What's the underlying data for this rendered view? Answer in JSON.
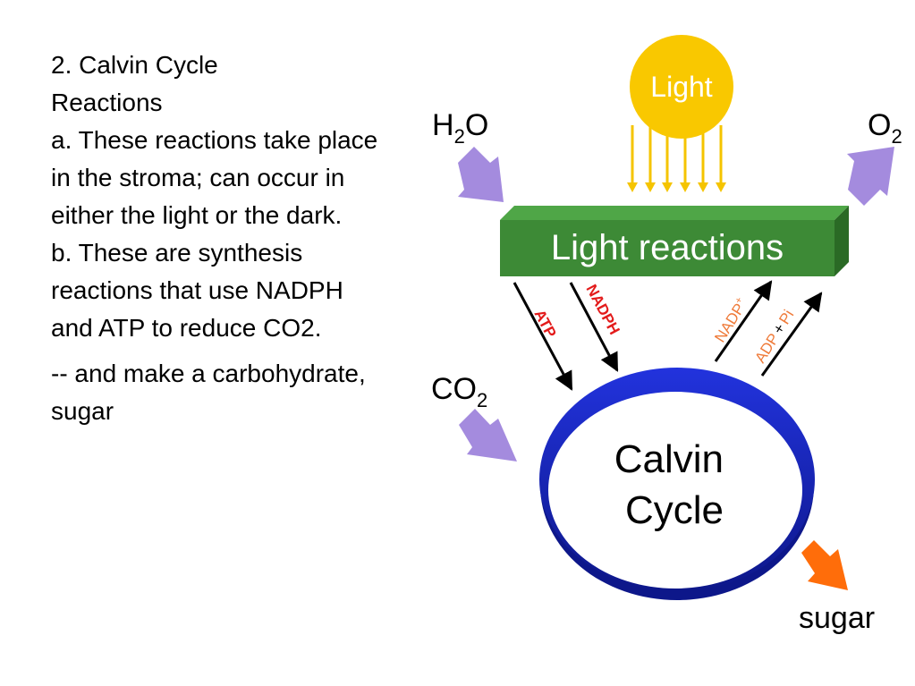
{
  "text": {
    "heading_line1": "2. Calvin Cycle",
    "heading_line2": "Reactions",
    "point_a": "a. These reactions take place in the stroma; can occur in either the light or the dark.",
    "point_b": "b. These are synthesis reactions that use NADPH and ATP to reduce CO2.",
    "note": "-- and make a carbohydrate, sugar"
  },
  "diagram": {
    "light_label": "Light",
    "light_reactions_label": "Light reactions",
    "calvin_line1": "Calvin",
    "calvin_line2": "Cycle",
    "h2o": {
      "base": "H",
      "sub": "2",
      "tail": "O"
    },
    "o2": {
      "base": "O",
      "sub": "2"
    },
    "co2": {
      "base": "CO",
      "sub": "2"
    },
    "atp_label": "ATP",
    "nadph_label": "NADPH",
    "nadp_label": "NADP",
    "nadp_sup": "+",
    "adp_label": "ADP",
    "plus_label": "+",
    "pi_label": "Pi",
    "sugar_label": "sugar"
  },
  "colors": {
    "sun": "#f9c800",
    "sun_rays": "#f5c400",
    "box_front": "#3d8a36",
    "box_top": "#4fa647",
    "box_side": "#2a6a25",
    "ring": "#1c2cc8",
    "ring_dark": "#0d178a",
    "input_arrow": "#a48bde",
    "sugar_arrow": "#ff6d0a",
    "atp_nadph_text": "#e31b1b",
    "nadp_adp_text": "#ef7b3a"
  }
}
